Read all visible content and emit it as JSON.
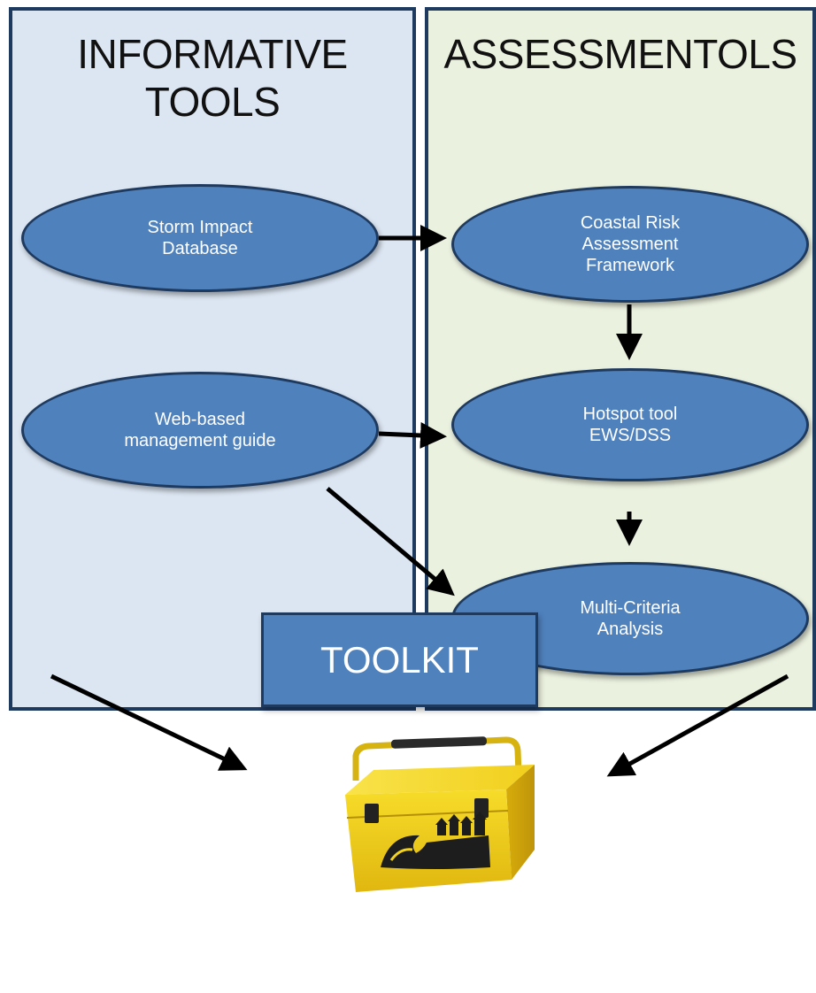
{
  "panels": {
    "informative": {
      "title": "INFORMATIVE\nTOOLS",
      "color": "#dce6f2"
    },
    "assessment": {
      "title": "ASSESSMENTOLS",
      "color": "#ebf1df"
    }
  },
  "nodes": {
    "storm_impact_database": "Storm Impact\nDatabase",
    "web_management_guide": "Web-based\nmanagement guide",
    "coastal_risk_framework": "Coastal Risk\nAssessment\nFramework",
    "hotspot_tool": "Hotspot tool\nEWS/DSS",
    "multi_criteria": "Multi-Criteria\nAnalysis"
  },
  "toolkit": {
    "label": "TOOLKIT"
  },
  "colors": {
    "node_fill": "#4f81bd",
    "node_border": "#1f3a5f",
    "arrow": "#000000",
    "toolbox_yellow": "#f2d21b"
  },
  "icons": [
    "toolbox-icon"
  ]
}
